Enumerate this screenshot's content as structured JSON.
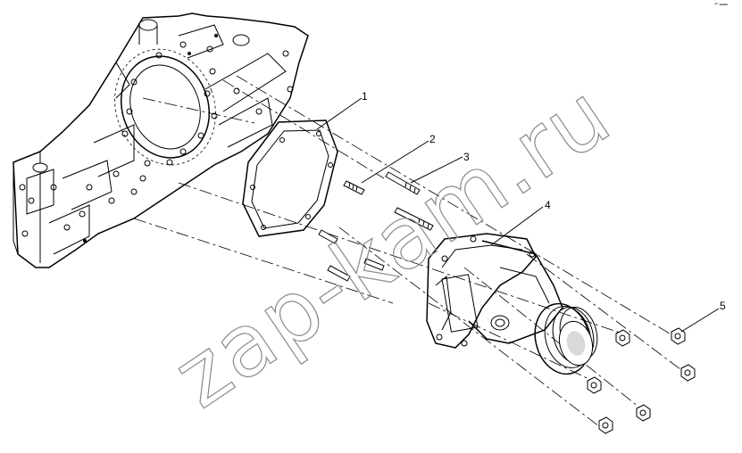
{
  "corner_mark": "ᵃᵇ ═══",
  "watermark": "zap-kam.ru",
  "callouts": [
    {
      "id": "1",
      "label": "1"
    },
    {
      "id": "2",
      "label": "2"
    },
    {
      "id": "3",
      "label": "3"
    },
    {
      "id": "4",
      "label": "4"
    },
    {
      "id": "5",
      "label": "5"
    }
  ]
}
